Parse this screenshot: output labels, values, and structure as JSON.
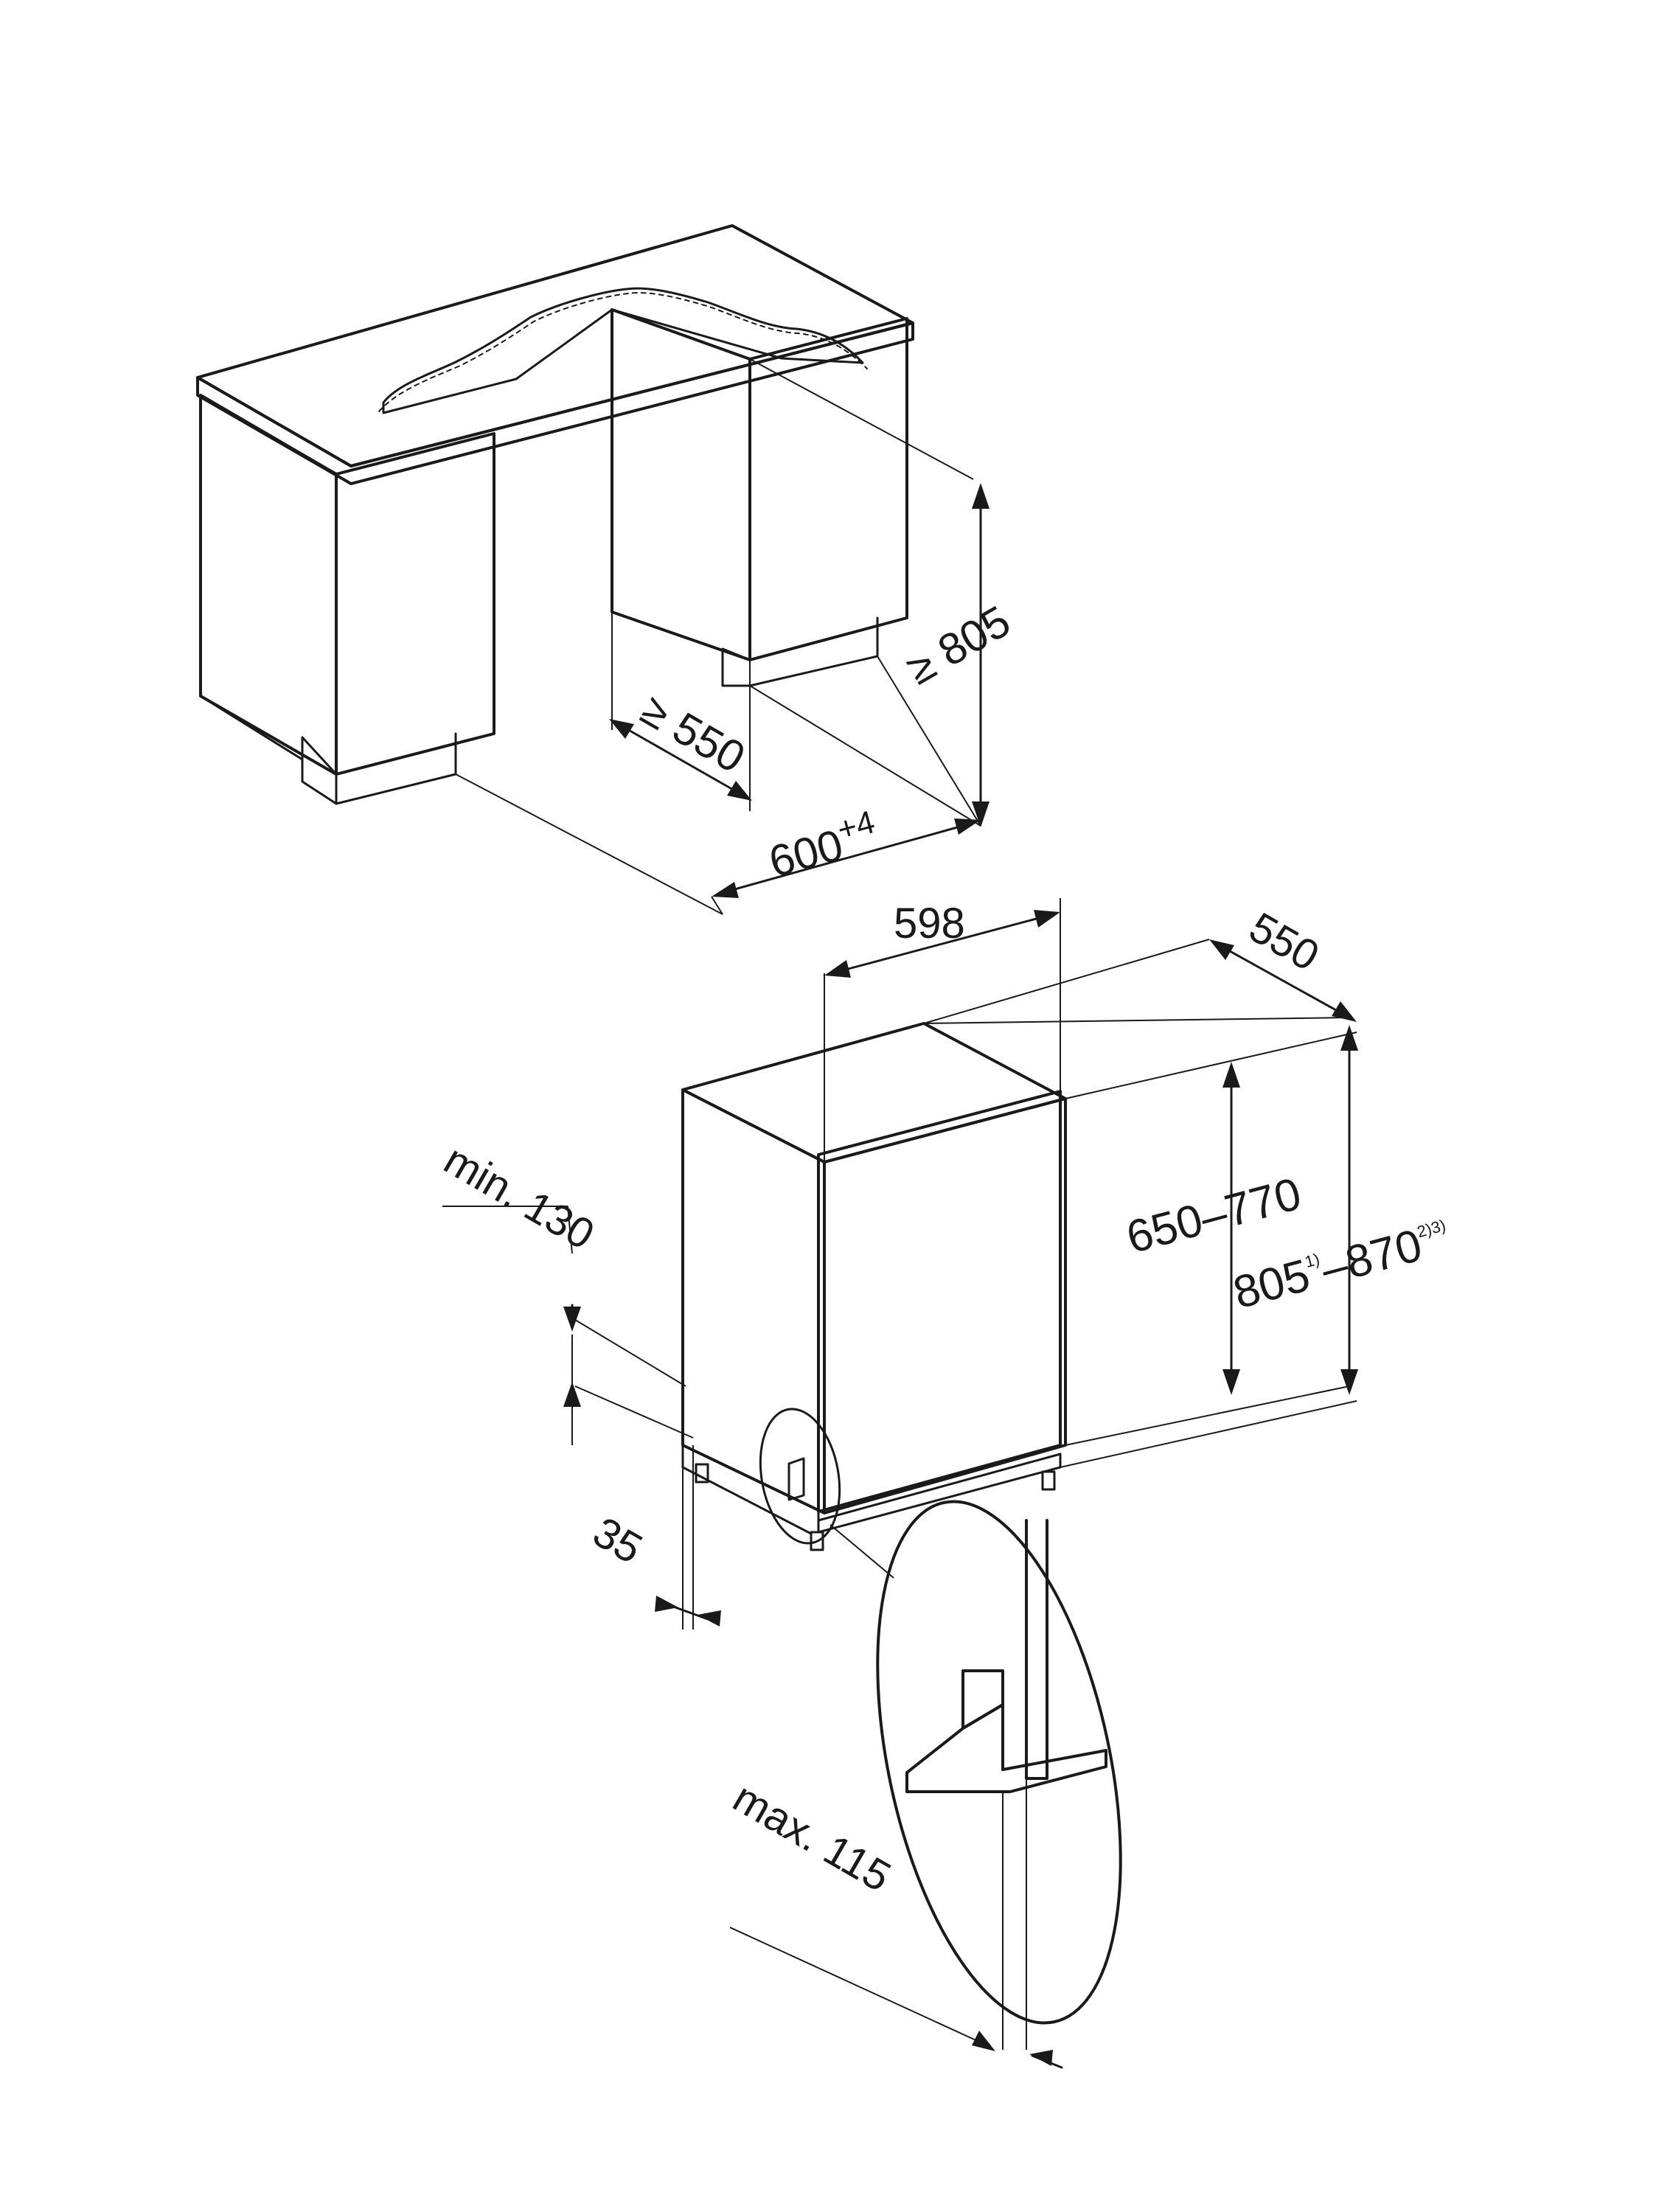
{
  "colors": {
    "line": "#1a1a1a",
    "worktop": "#e6e6e6",
    "worktop_edge": "#d9d9d9",
    "cabinet_front": "#ffffff",
    "cabinet_side": "#f4f4f4",
    "door": "#e8e8e8",
    "background": "#ffffff"
  },
  "niche": {
    "height_label": "≥ 805",
    "depth_label": "≥ 550",
    "width_label": "600",
    "width_tolerance": "+4"
  },
  "appliance": {
    "width_label": "598",
    "depth_label": "550",
    "door_height_label": "650–770",
    "total_height_min": "805",
    "total_height_min_note": "1)",
    "total_height_sep": "–",
    "total_height_max": "870",
    "total_height_max_note": "2)3)",
    "door_clearance_label": "min. 130",
    "plinth_depth_label": "35",
    "plinth_max_label": "max. 115"
  },
  "icons": [
    "arrowhead-icon"
  ]
}
